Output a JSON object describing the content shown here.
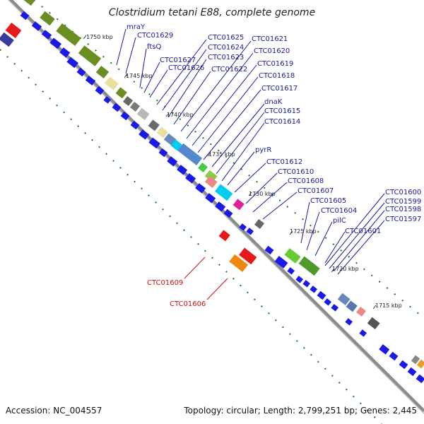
{
  "title": "Clostridium tetani E88, complete genome",
  "footer": {
    "accession": "Accession: NC_004557",
    "summary": "Topology: circular; Length: 2,799,251 bp; Genes: 2,445"
  },
  "colors": {
    "background": "#ffffff",
    "backbone": "#8a8a8a",
    "forward_gene": "#1a1ae6",
    "label_blue": "#1a1a9a",
    "label_red": "#cc1111",
    "tick_green": "#1a7a1a"
  },
  "kbp_markers": [
    "1750 kbp",
    "1745 kbp",
    "1740 kbp",
    "1735 kbp",
    "1730 kbp",
    "1725 kbp",
    "1720 kbp",
    "1715 kbp"
  ],
  "gene_labels_forward": [
    "mraY",
    "CTC01629",
    "ftsQ",
    "CTC01627",
    "CTC01626",
    "CTC01625",
    "CTC01624",
    "CTC01623",
    "CTC01622",
    "CTC01621",
    "CTC01620",
    "CTC01619",
    "CTC01618",
    "CTC01617",
    "dnaK",
    "CTC01615",
    "CTC01614",
    "pyrR",
    "CTC01612",
    "CTC01610",
    "CTC01608",
    "CTC01607",
    "CTC01605",
    "CTC01604",
    "pilC",
    "CTC01601",
    "CTC01600",
    "CTC01599",
    "CTC01598",
    "CTC01597"
  ],
  "gene_labels_reverse": [
    "CTC01609",
    "CTC01606"
  ]
}
